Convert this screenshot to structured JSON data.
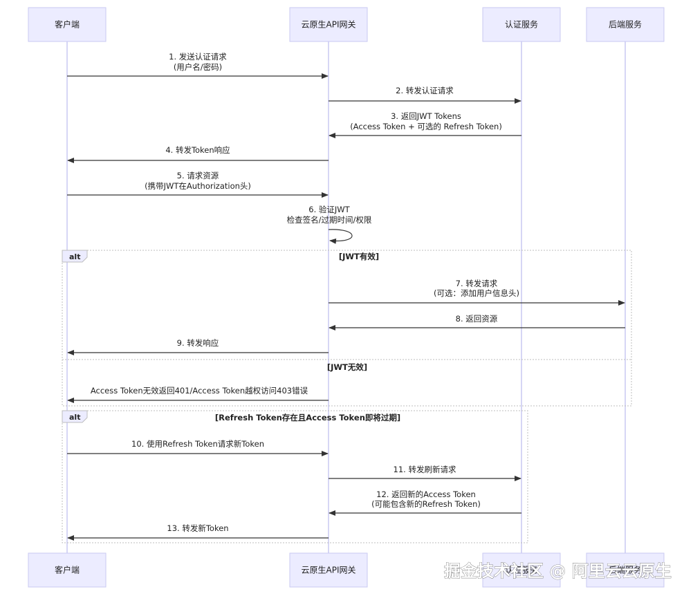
{
  "actors": [
    {
      "id": "client",
      "label": "客户端"
    },
    {
      "id": "gateway",
      "label": "云原生API网关"
    },
    {
      "id": "auth",
      "label": "认证服务"
    },
    {
      "id": "backend",
      "label": "后端服务"
    }
  ],
  "messages": [
    {
      "from": "client",
      "to": "gateway",
      "lines": [
        "1. 发送认证请求",
        "(用户名/密码)"
      ]
    },
    {
      "from": "gateway",
      "to": "auth",
      "lines": [
        "2. 转发认证请求"
      ]
    },
    {
      "from": "auth",
      "to": "gateway",
      "lines": [
        "3. 返回JWT Tokens",
        "(Access Token + 可选的 Refresh Token)"
      ]
    },
    {
      "from": "gateway",
      "to": "client",
      "lines": [
        "4. 转发Token响应"
      ]
    },
    {
      "from": "client",
      "to": "gateway",
      "lines": [
        "5. 请求资源",
        "(携带JWT在Authorization头)"
      ]
    },
    {
      "from": "gateway",
      "to": "gateway",
      "lines": [
        "6. 验证JWT",
        "检查签名/过期时间/权限"
      ]
    },
    {
      "from": "gateway",
      "to": "backend",
      "lines": [
        "7. 转发请求",
        "(可选：添加用户信息头)"
      ]
    },
    {
      "from": "backend",
      "to": "gateway",
      "lines": [
        "8. 返回资源"
      ]
    },
    {
      "from": "gateway",
      "to": "client",
      "lines": [
        "9. 转发响应"
      ]
    },
    {
      "from": "gateway",
      "to": "client",
      "lines": [
        "Access Token无效返回401/Access Token越权访问403错误"
      ]
    },
    {
      "from": "client",
      "to": "gateway",
      "lines": [
        "10. 使用Refresh Token请求新Token"
      ]
    },
    {
      "from": "gateway",
      "to": "auth",
      "lines": [
        "11. 转发刷新请求"
      ]
    },
    {
      "from": "auth",
      "to": "gateway",
      "lines": [
        "12. 返回新的Access Token",
        "(可能包含新的Refresh Token)"
      ]
    },
    {
      "from": "gateway",
      "to": "client",
      "lines": [
        "13. 转发新Token"
      ]
    }
  ],
  "frames": [
    {
      "label": "alt",
      "conditions": [
        "[JWT有效]",
        "[JWT无效]"
      ]
    },
    {
      "label": "alt",
      "conditions": [
        "[Refresh Token存在且Access Token即将过期]"
      ]
    }
  ],
  "watermark": "掘金技术社区 @ 阿里云云原生",
  "colors": {
    "actor_fill": "#ECECFF",
    "actor_border": "#C9C9F2",
    "line": "#333333"
  }
}
